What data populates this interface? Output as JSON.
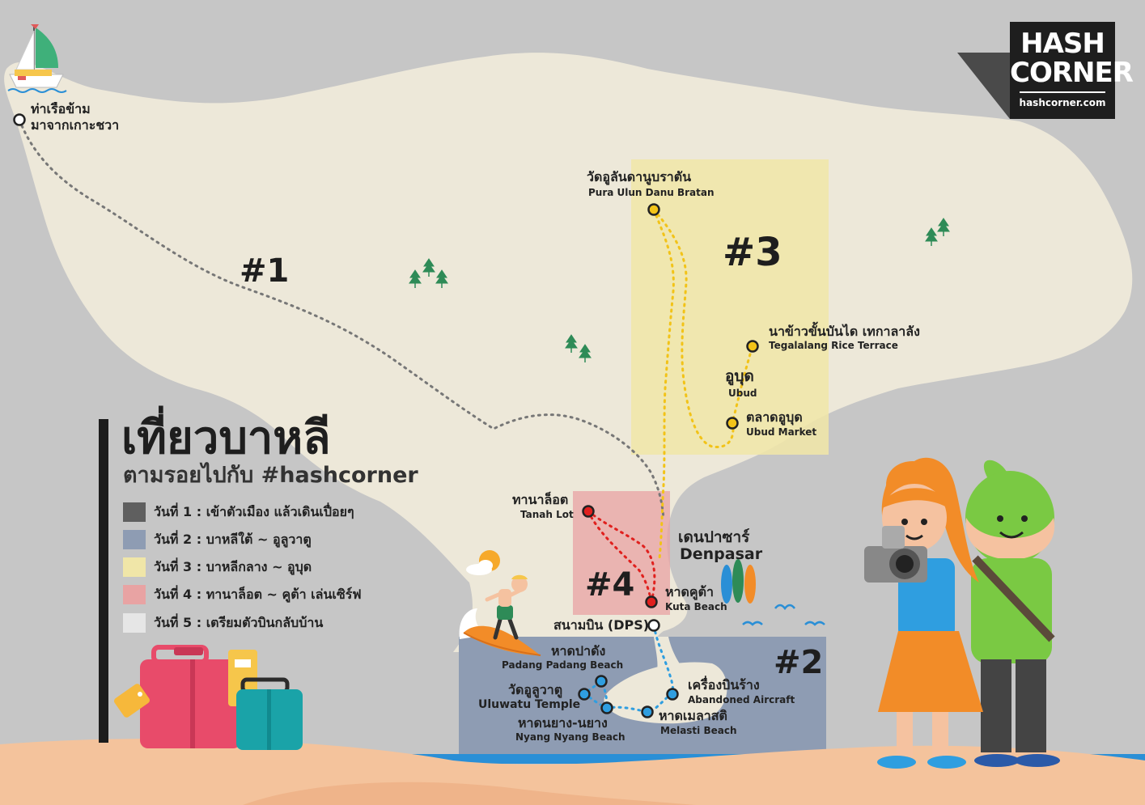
{
  "title": {
    "main": "เที่ยวบาหลี",
    "sub": "ตามรอยไปกับ #hashcorner"
  },
  "logo": {
    "line1": "HASH",
    "line2": "CORNER",
    "url": "hashcorner.com"
  },
  "legend": [
    {
      "label": "วันที่ 1 : เข้าตัวเมือง แล้วเดินเปื่อยๆ",
      "color": "#5f5f5f"
    },
    {
      "label": "วันที่ 2 : บาหลีใต้ ~ อูลูวาตู",
      "color": "#8e9cb3"
    },
    {
      "label": "วันที่ 3 : บาหลีกลาง ~ อูบุด",
      "color": "#f0e6a8"
    },
    {
      "label": "วันที่ 4 : ทานาล็อต ~ คูต้า เล่นเซิร์ฟ",
      "color": "#e8a3a3"
    },
    {
      "label": "วันที่ 5 : เตรียมตัวบินกลับบ้าน",
      "color": "#e6e6e6"
    }
  ],
  "regions": {
    "day1": "#1",
    "day2": "#2",
    "day3": "#3",
    "day4": "#4"
  },
  "places": {
    "port": {
      "line1": "ท่าเรือข้าม",
      "line2": "มาจากเกาะชวา"
    },
    "ulun_danu": {
      "th": "วัดอูลันดานูบราตัน",
      "en": "Pura Ulun Danu Bratan"
    },
    "tegalalang": {
      "th": "นาข้าวขั้นบันได เทกาลาลัง",
      "en": "Tegalalang Rice Terrace"
    },
    "ubud": {
      "th": "อูบุด",
      "en": "Ubud"
    },
    "ubud_market": {
      "th": "ตลาดอูบุด",
      "en": "Ubud Market"
    },
    "denpasar": {
      "th": "เดนปาซาร์",
      "en": "Denpasar"
    },
    "tanah_lot": {
      "th": "ทานาล็อต",
      "en": "Tanah Lot"
    },
    "kuta": {
      "th": "หาดคูต้า",
      "en": "Kuta Beach"
    },
    "airport": {
      "th": "สนามบิน (DPS)"
    },
    "padang": {
      "th": "หาดปาดัง",
      "en": "Padang Padang Beach"
    },
    "uluwatu": {
      "th": "วัดอูลูวาตู",
      "en": "Uluwatu Temple"
    },
    "nyang": {
      "th": "หาดนยาง-นยาง",
      "en": "Nyang Nyang Beach"
    },
    "melasti": {
      "th": "หาดเมลาสติ",
      "en": "Melasti Beach"
    },
    "aircraft": {
      "th": "เครื่องบินร้าง",
      "en": "Abandoned Aircraft"
    }
  },
  "colors": {
    "sea": "#c6c6c6",
    "island": "#ede8d9",
    "day1_route": "#777777",
    "day2_route": "#2f9ee0",
    "day3_route": "#f2c318",
    "day4_route": "#e0201e",
    "sand": "#f4c39c"
  }
}
